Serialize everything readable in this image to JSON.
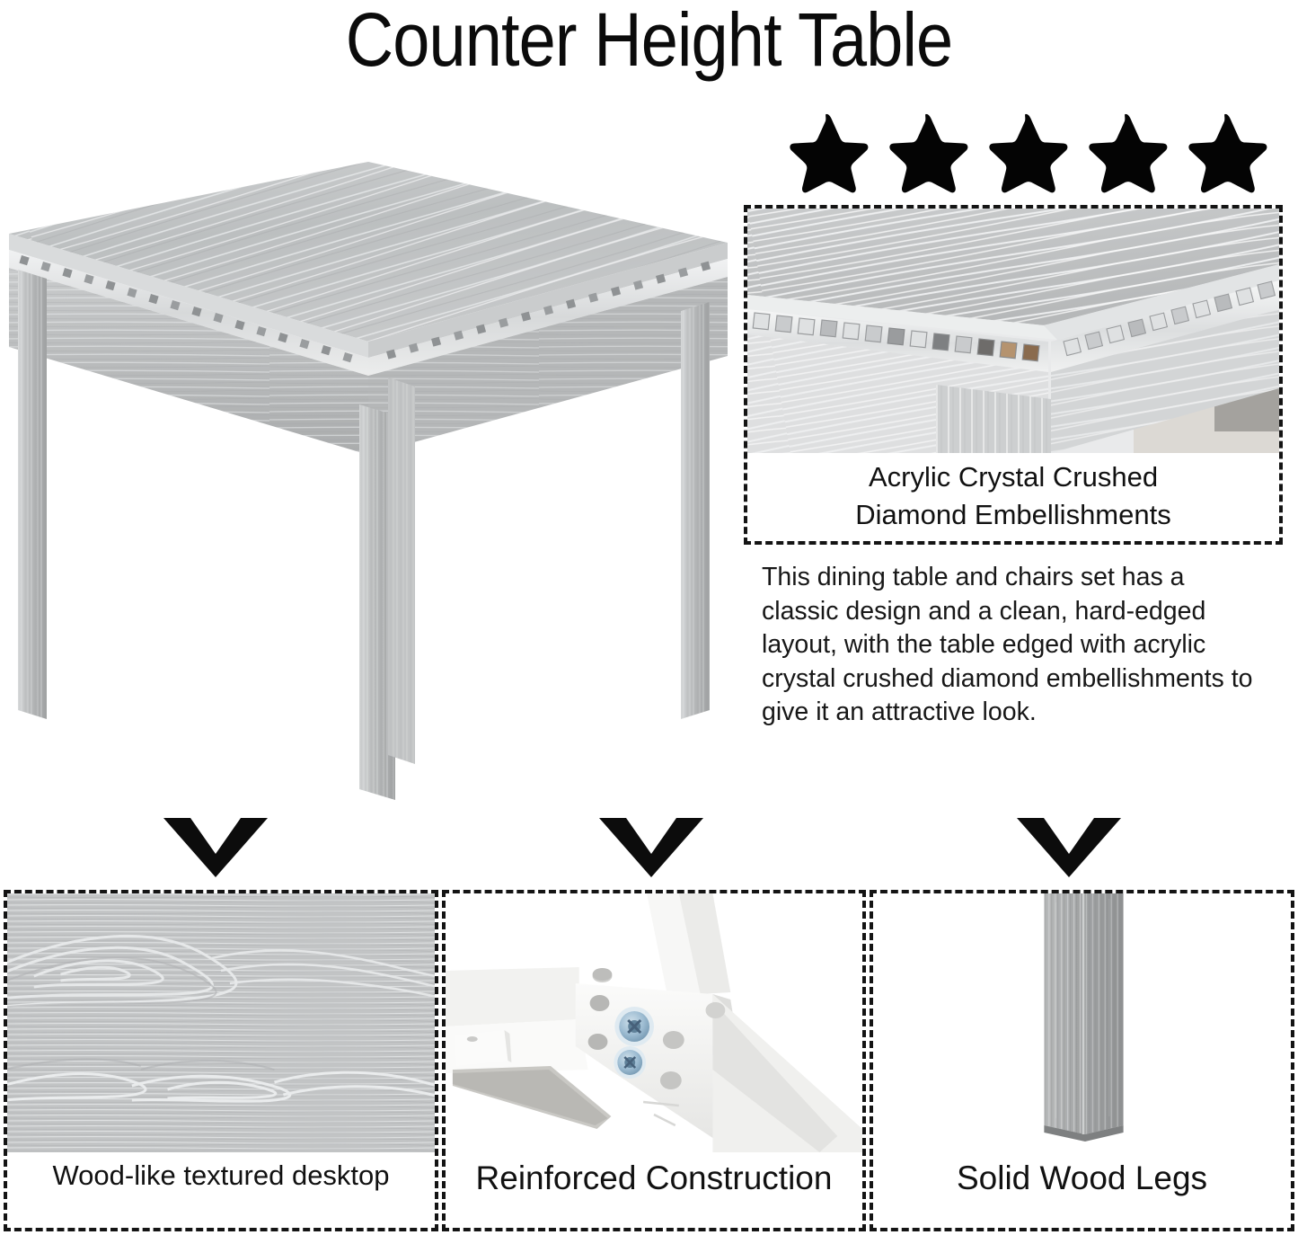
{
  "header": {
    "title": "Counter Height Table"
  },
  "rating": {
    "icon": "star-icon",
    "count": 5,
    "stars": [
      {
        "name": "star-1",
        "filled": true
      },
      {
        "name": "star-2",
        "filled": true
      },
      {
        "name": "star-3",
        "filled": true
      },
      {
        "name": "star-4",
        "filled": true
      },
      {
        "name": "star-5",
        "filled": true
      }
    ]
  },
  "hero": {
    "alt": "Counter height square dining table in gray woodgrain finish with crystal trim"
  },
  "detail": {
    "caption_line1": "Acrylic Crystal Crushed",
    "caption_line2": "Diamond Embellishments",
    "alt": "Close-up of table corner with acrylic crystal inlay band"
  },
  "description": {
    "text": "This dining table and chairs set has a classic design and a clean, hard-edged layout, with the table edged with acrylic crystal crushed diamond embellishments to give it an attractive look."
  },
  "arrows": {
    "icon": "chevron-down-arrow-icon",
    "items": [
      "arrow-to-panel-1",
      "arrow-to-panel-2",
      "arrow-to-panel-3"
    ]
  },
  "features": [
    {
      "id": "wood-like-textured-desktop",
      "caption": "Wood-like textured desktop",
      "alt": "Gray woodgrain texture close-up of the table top surface"
    },
    {
      "id": "reinforced-construction",
      "caption": "Reinforced Construction",
      "alt": "Underside corner bracket secured with metal screws"
    },
    {
      "id": "solid-wood-legs",
      "caption": "Solid Wood Legs",
      "alt": "Single square gray solid wood table leg"
    }
  ],
  "colors": {
    "background": "#ffffff",
    "ink": "#111111",
    "dash_border": "#141414",
    "wood_light": "#d2d4d5",
    "wood_mid": "#b8babb",
    "wood_dark": "#9b9ea0",
    "wood_streak": "#eef0f1",
    "white_part": "#f4f4f2",
    "screw_blue": "#8fb6cf"
  }
}
